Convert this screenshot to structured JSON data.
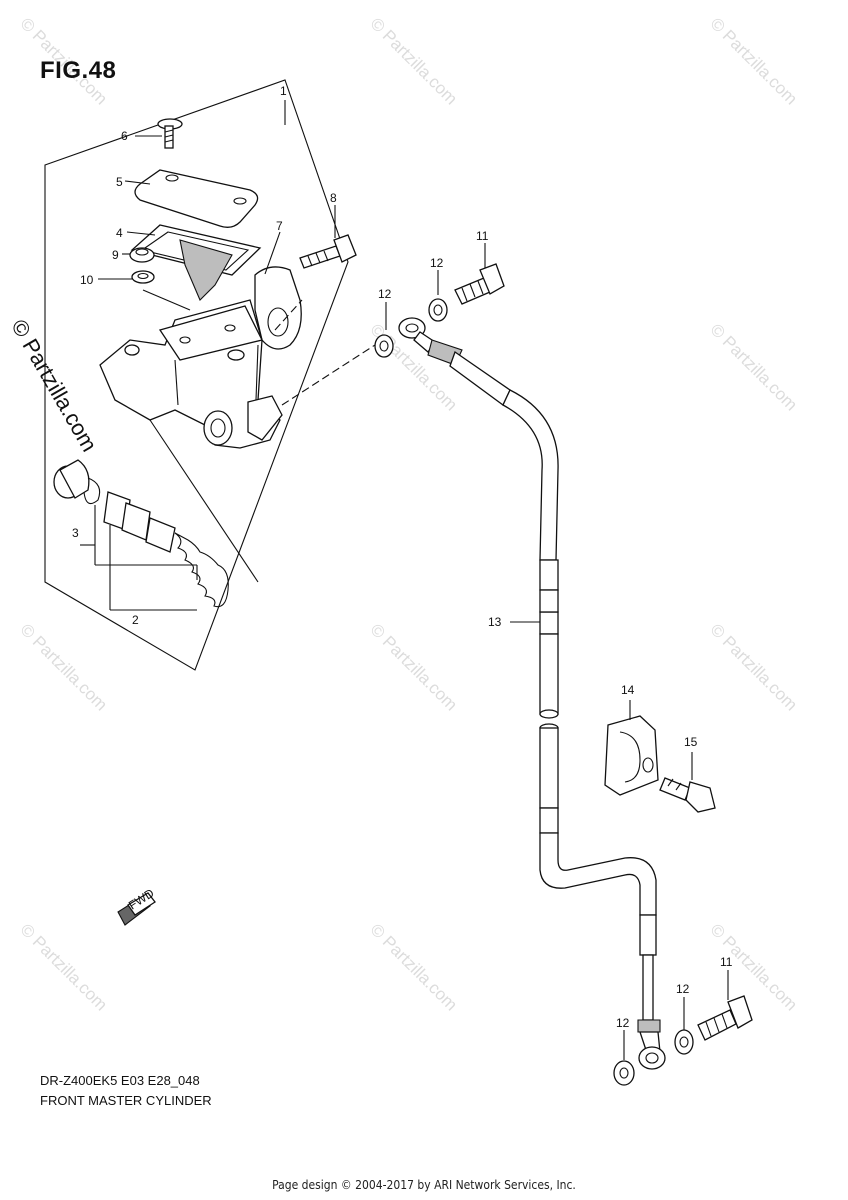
{
  "figure_label": "FIG.48",
  "model_code": "DR-Z400EK5 E03 E28_048",
  "caption": "FRONT MASTER CYLINDER",
  "footer": "Page design © 2004-2017 by ARI Network Services, Inc.",
  "side_watermark": "© Partzilla.com",
  "watermark_text": "© Partzilla.com",
  "fwd_badge": "FWD",
  "callouts": [
    "1",
    "6",
    "5",
    "8",
    "4",
    "7",
    "9",
    "10",
    "12",
    "11",
    "12",
    "3",
    "2",
    "13",
    "14",
    "15",
    "11",
    "12",
    "12"
  ]
}
